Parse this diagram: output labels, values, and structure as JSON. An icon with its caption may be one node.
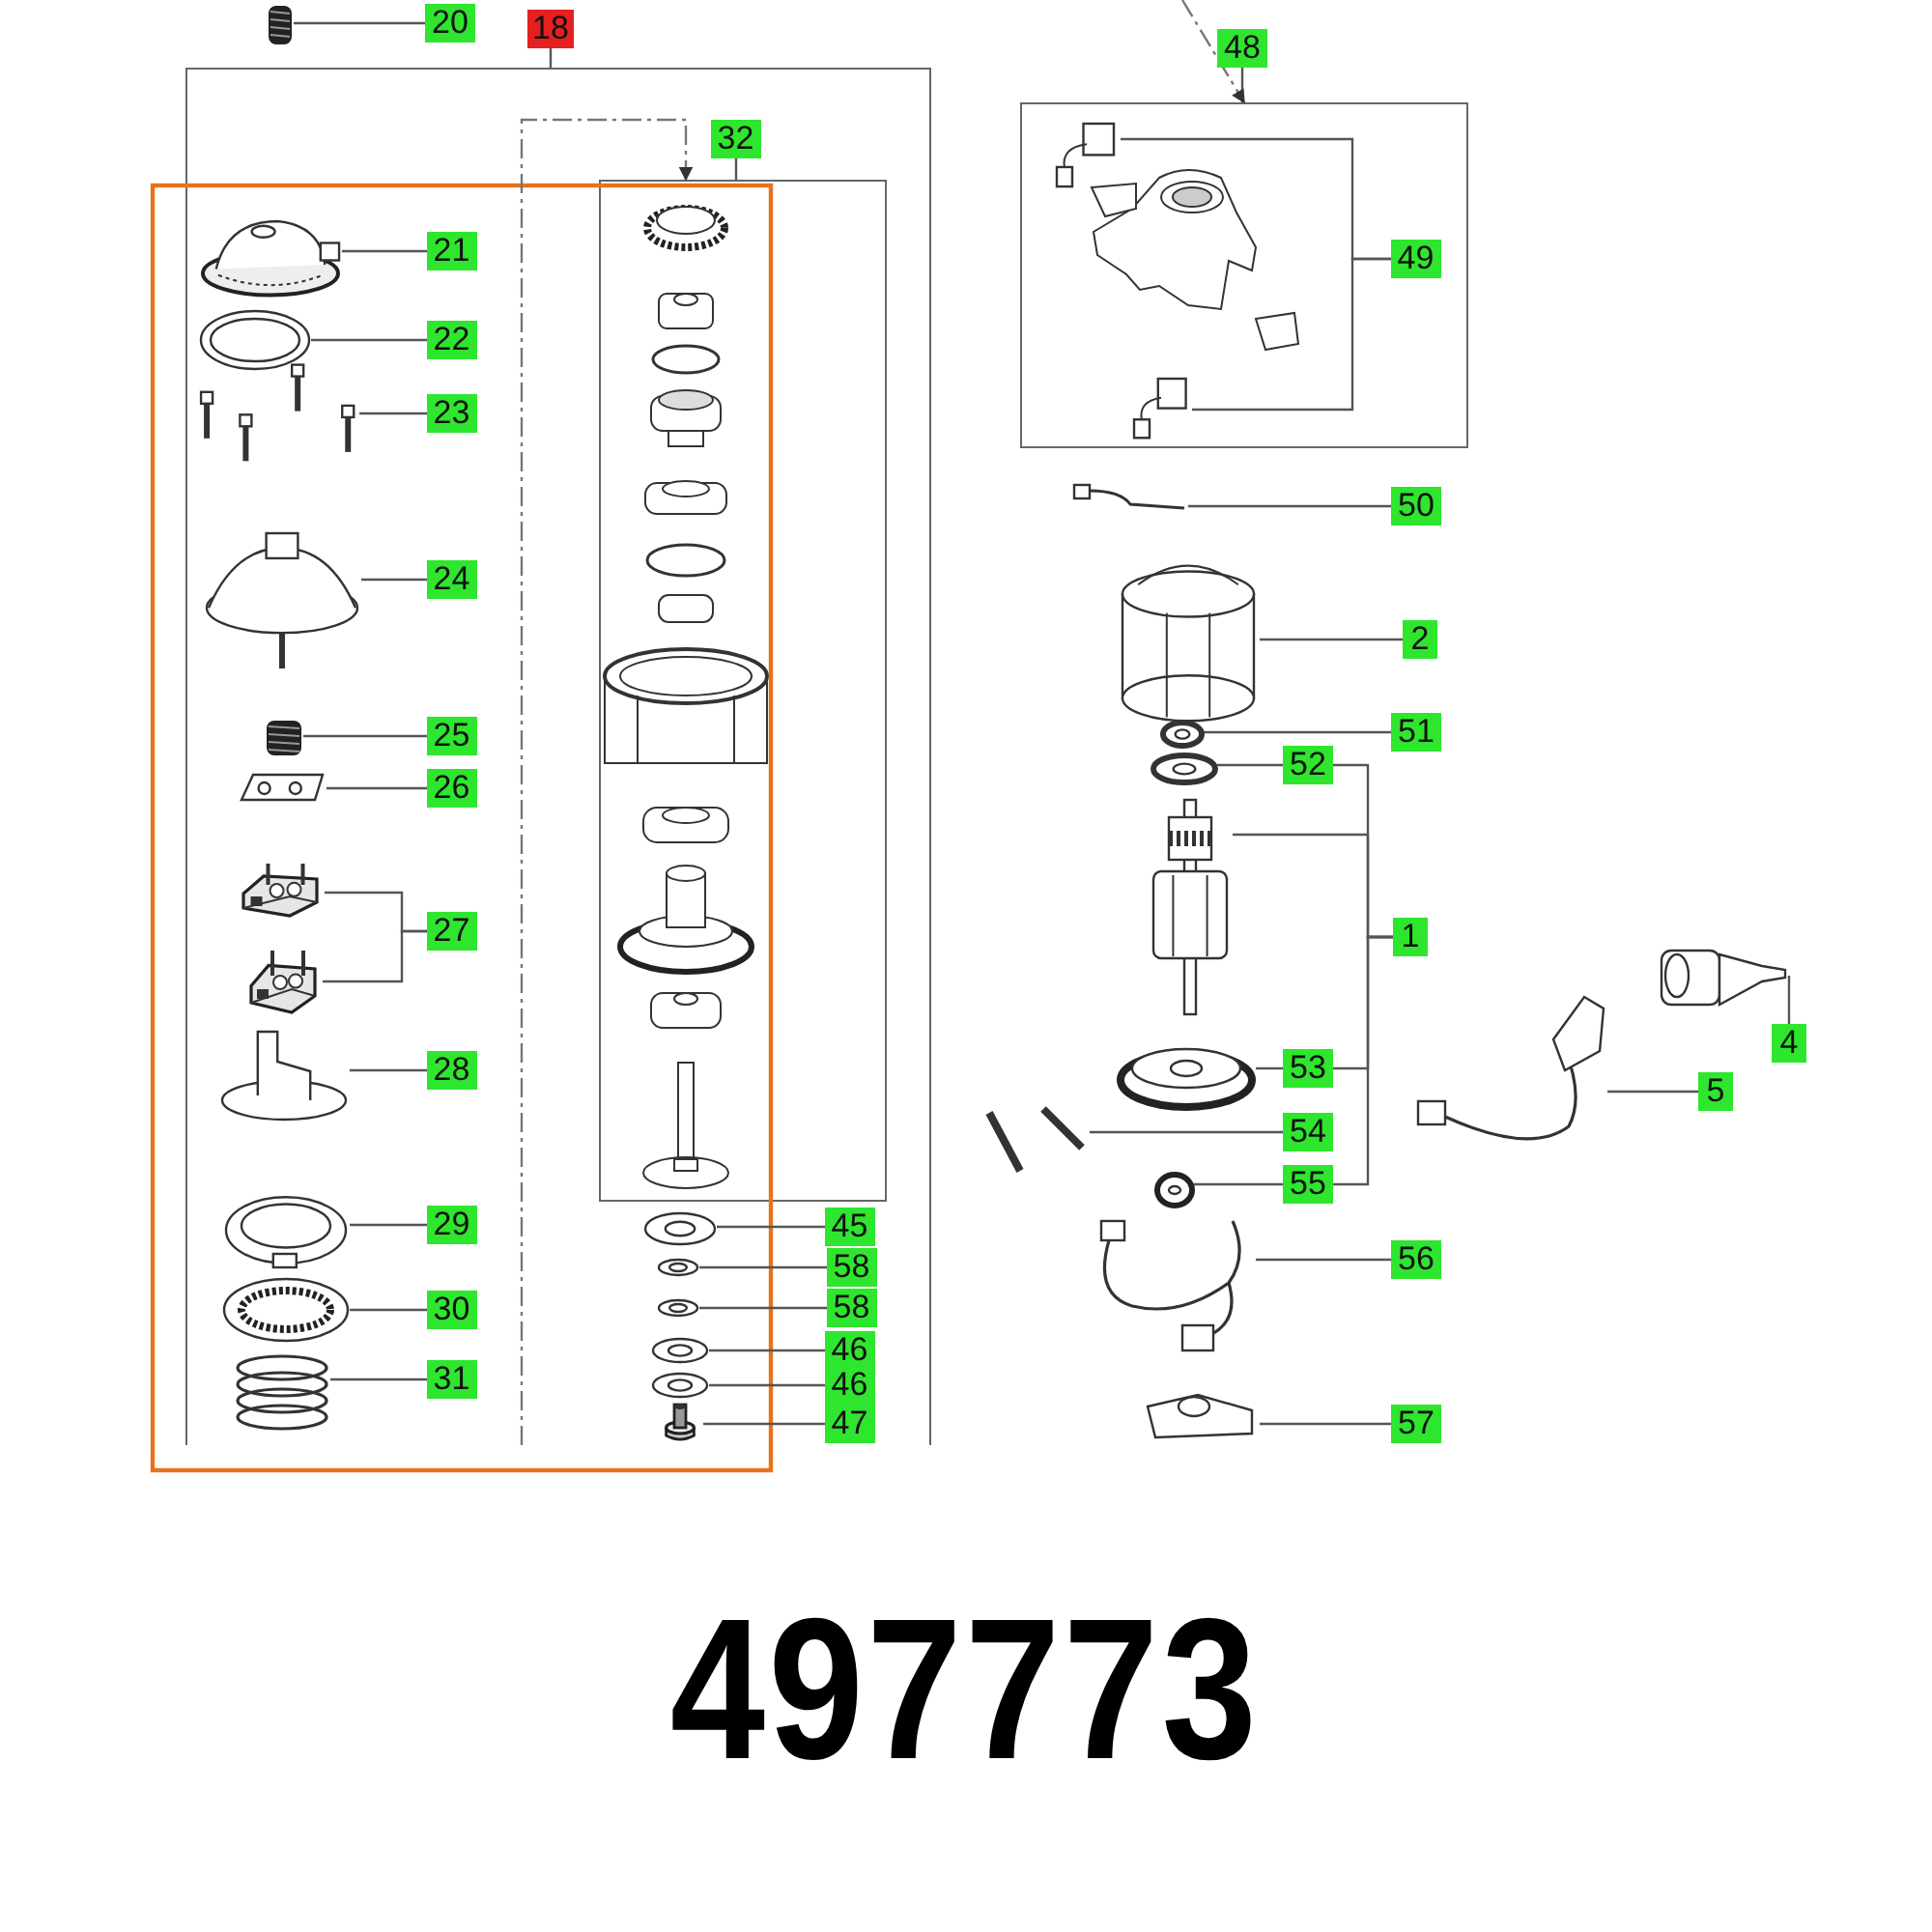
{
  "diagram": {
    "nodes": [
      {
        "text": [
          "20"
        ]
      },
      {
        "text": [],
        "shape": "picture"
      },
      {
        "text": [
          "18"
        ]
      },
      {
        "text": [],
        "shape": "box"
      },
      {
        "text": [
          "21"
        ],
        "in": 3
      },
      {
        "text": [],
        "shape": "picture",
        "in": 3
      },
      {
        "text": [
          "22"
        ],
        "in": 3
      },
      {
        "text": [],
        "shape": "picture",
        "in": 3
      },
      {
        "text": [
          "23"
        ],
        "in": 3
      },
      {
        "text": [],
        "shape": "picture",
        "in": 3
      },
      {
        "text": [
          "24"
        ],
        "in": 3
      },
      {
        "text": [],
        "shape": "picture",
        "in": 3
      },
      {
        "text": [
          "25"
        ],
        "in": 3
      },
      {
        "text": [],
        "shape": "picture",
        "in": 3
      },
      {
        "text": [
          "26"
        ],
        "in": 3
      },
      {
        "text": [],
        "shape": "picture",
        "in": 3
      },
      {
        "text": [
          "27"
        ],
        "in": 3
      },
      {
        "text": [],
        "shape": "picture",
        "in": 3
      },
      {
        "text": [],
        "shape": "picture",
        "in": 3
      },
      {
        "text": [
          "28"
        ],
        "in": 3
      },
      {
        "text": [],
        "shape": "picture",
        "in": 3
      },
      {
        "text": [
          "29"
        ],
        "in": 3
      },
      {
        "text": [],
        "shape": "picture",
        "in": 3
      },
      {
        "text": [
          "30"
        ],
        "in": 3
      },
      {
        "text": [],
        "shape": "picture",
        "in": 3
      },
      {
        "text": [
          "31"
        ],
        "in": 3
      },
      {
        "text": [],
        "shape": "picture",
        "in": 3
      },
      {
        "text": [
          "32"
        ],
        "in": 3
      },
      {
        "text": [],
        "shape": "box",
        "in": 3
      },
      {
        "text": [
          "45"
        ],
        "in": 3
      },
      {
        "text": [],
        "shape": "picture",
        "in": 3
      },
      {
        "text": [
          "58"
        ],
        "in": 3
      },
      {
        "text": [],
        "shape": "picture",
        "in": 3
      },
      {
        "text": [
          "58"
        ],
        "in": 3
      },
      {
        "text": [],
        "shape": "picture",
        "in": 3
      },
      {
        "text": [
          "46"
        ],
        "in": 3
      },
      {
        "text": [],
        "shape": "picture",
        "in": 3
      },
      {
        "text": [
          "46"
        ],
        "in": 3
      },
      {
        "text": [],
        "shape": "picture",
        "in": 3
      },
      {
        "text": [
          "47"
        ],
        "in": 3
      },
      {
        "text": [],
        "shape": "picture",
        "in": 3
      },
      {
        "text": [
          "48"
        ]
      },
      {
        "text": [],
        "shape": "box"
      },
      {
        "text": [
          "49"
        ],
        "in": 42
      },
      {
        "text": [],
        "shape": "picture",
        "in": 42
      },
      {
        "text": [],
        "shape": "picture",
        "in": 42
      },
      {
        "text": [
          "50"
        ]
      },
      {
        "text": [],
        "shape": "picture"
      },
      {
        "text": [
          "2"
        ]
      },
      {
        "text": [],
        "shape": "picture"
      },
      {
        "text": [
          "51"
        ]
      },
      {
        "text": [],
        "shape": "picture"
      },
      {
        "text": [
          "52"
        ]
      },
      {
        "text": [],
        "shape": "picture"
      },
      {
        "text": [],
        "shape": "picture"
      },
      {
        "text": [
          "1"
        ]
      },
      {
        "text": [
          "53"
        ]
      },
      {
        "text": [],
        "shape": "picture"
      },
      {
        "text": [
          "54"
        ]
      },
      {
        "text": [],
        "shape": "picture"
      },
      {
        "text": [
          "55"
        ]
      },
      {
        "text": [],
        "shape": "picture"
      },
      {
        "text": [
          "56"
        ]
      },
      {
        "text": [],
        "shape": "picture"
      },
      {
        "text": [
          "57"
        ]
      },
      {
        "text": [],
        "shape": "picture"
      },
      {
        "text": [
          "4"
        ]
      },
      {
        "text": [],
        "shape": "picture"
      },
      {
        "text": [
          "5"
        ]
      },
      {
        "text": [],
        "shape": "picture"
      }
    ],
    "edges": [
      {
        "from": 0,
        "to": 1,
        "arrow": "none"
      },
      {
        "from": 2,
        "to": 3,
        "arrow": "none"
      },
      {
        "from": 4,
        "to": 5,
        "arrow": "none"
      },
      {
        "from": 6,
        "to": 7,
        "arrow": "none"
      },
      {
        "from": 8,
        "to": 9,
        "arrow": "none"
      },
      {
        "from": 10,
        "to": 11,
        "arrow": "none"
      },
      {
        "from": 12,
        "to": 13,
        "arrow": "none"
      },
      {
        "from": 14,
        "to": 15,
        "arrow": "none"
      },
      {
        "from": 16,
        "to": 17,
        "arrow": "none"
      },
      {
        "from": 16,
        "to": 18,
        "arrow": "none"
      },
      {
        "from": 19,
        "to": 20,
        "arrow": "none"
      },
      {
        "from": 21,
        "to": 22,
        "arrow": "none"
      },
      {
        "from": 23,
        "to": 24,
        "arrow": "none"
      },
      {
        "from": 25,
        "to": 26,
        "arrow": "none"
      },
      {
        "from": 27,
        "to": 28,
        "arrow": "none"
      },
      {
        "from": 29,
        "to": 30,
        "arrow": "none"
      },
      {
        "from": 31,
        "to": 32,
        "arrow": "none"
      },
      {
        "from": 33,
        "to": 34,
        "arrow": "none"
      },
      {
        "from": 35,
        "to": 36,
        "arrow": "none"
      },
      {
        "from": 37,
        "to": 38,
        "arrow": "none"
      },
      {
        "from": 39,
        "to": 40,
        "arrow": "none"
      },
      {
        "from": 41,
        "to": 42,
        "arrow": "none"
      },
      {
        "from": 43,
        "to": 44,
        "arrow": "none"
      },
      {
        "from": 43,
        "to": 45,
        "arrow": "none"
      },
      {
        "from": 46,
        "to": 47,
        "arrow": "none"
      },
      {
        "from": 48,
        "to": 49,
        "arrow": "none"
      },
      {
        "from": 50,
        "to": 51,
        "arrow": "none"
      },
      {
        "from": 52,
        "to": 53,
        "arrow": "none"
      },
      {
        "from": 55,
        "to": 52,
        "arrow": "none"
      },
      {
        "from": 55,
        "to": 54,
        "arrow": "none"
      },
      {
        "from": 55,
        "to": 56,
        "arrow": "none"
      },
      {
        "from": 55,
        "to": 60,
        "arrow": "none"
      },
      {
        "from": 56,
        "to": 57,
        "arrow": "none"
      },
      {
        "from": 58,
        "to": 59,
        "arrow": "none"
      },
      {
        "from": 60,
        "to": 61,
        "arrow": "none"
      },
      {
        "from": 62,
        "to": 63,
        "arrow": "none"
      },
      {
        "from": 64,
        "to": 65,
        "arrow": "none"
      },
      {
        "from": 66,
        "to": 67,
        "arrow": "none"
      },
      {
        "from": 68,
        "to": 69,
        "arrow": "none"
      },
      {
        "from": null,
        "to": 28,
        "arrow": "to",
        "style": "dashed"
      },
      {
        "from": null,
        "to": 42,
        "arrow": "to",
        "style": "dashed"
      }
    ],
    "labels": [
      "497773"
    ]
  }
}
